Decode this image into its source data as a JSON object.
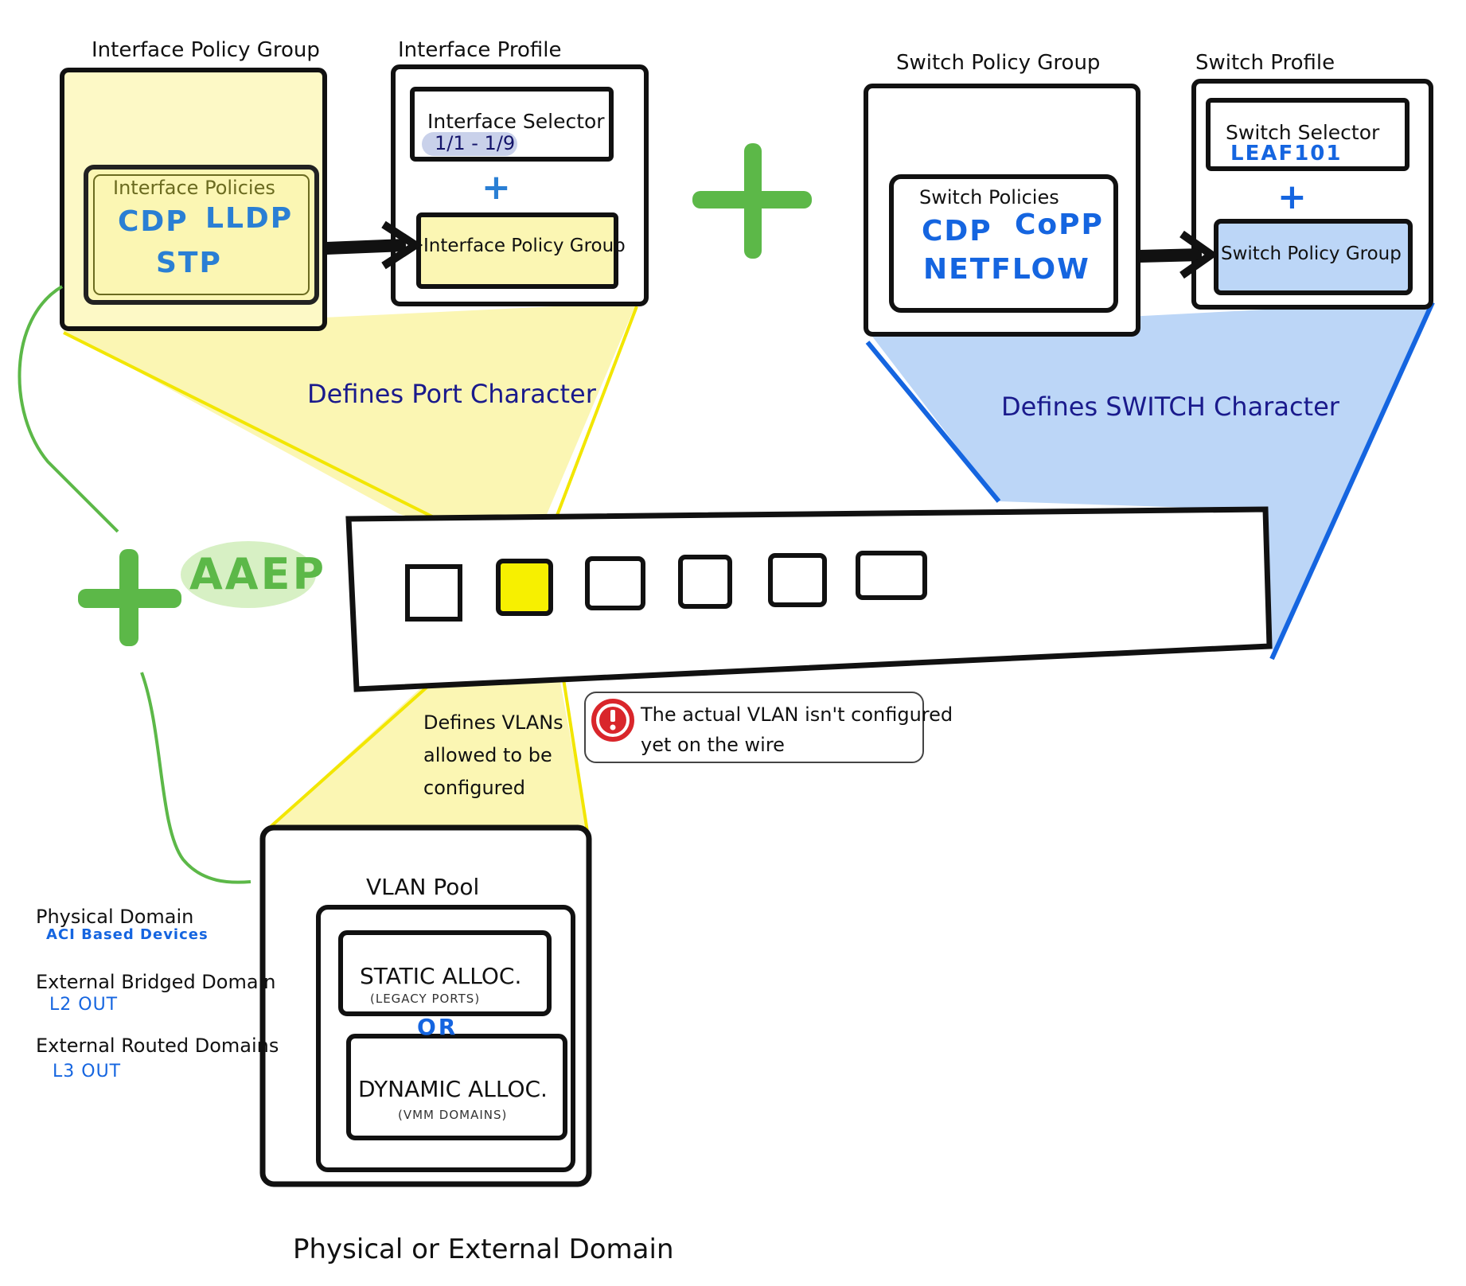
{
  "top_left": {
    "policy_group_title": "Interface Policy Group",
    "policies_title": "Interface Policies",
    "policies": [
      "CDP",
      "LLDP",
      "STP"
    ],
    "profile_title": "Interface Profile",
    "selector_title": "Interface Selector",
    "selector_value": "1/1 - 1/9",
    "plus": "+",
    "policy_group_ref": "Interface Policy Group",
    "caption": "Defines Port Character"
  },
  "top_right": {
    "policy_group_title": "Switch Policy Group",
    "policies_title": "Switch Policies",
    "policies": [
      "CDP",
      "CoPP",
      "NETFLOW"
    ],
    "profile_title": "Switch Profile",
    "selector_title": "Switch Selector",
    "selector_value": "LEAF101",
    "plus": "+",
    "policy_group_ref": "Switch Policy Group",
    "caption": "Defines SWITCH Character"
  },
  "aaep": {
    "label": "AAEP"
  },
  "vlan_caption": [
    "Defines VLANs",
    "allowed to be",
    "configured"
  ],
  "warning": {
    "line1": "The actual VLAN isn't configured",
    "line2": "yet on the wire"
  },
  "domains": [
    {
      "name": "Physical Domain",
      "sub": "ACI Based Devices"
    },
    {
      "name": "External Bridged Domain",
      "sub": "L2 OUT"
    },
    {
      "name": "External Routed Domains",
      "sub": "L3 OUT"
    }
  ],
  "vlan_pool": {
    "title": "VLAN Pool",
    "static": "STATIC ALLOC.",
    "static_sub": "(LEGACY PORTS)",
    "or": "OR",
    "dynamic": "DYNAMIC ALLOC.",
    "dynamic_sub": "(VMM DOMAINS)"
  },
  "bottom_caption": "Physical or External Domain",
  "colors": {
    "yellow": "#fbf6b3",
    "yellow_line": "#f2e600",
    "blue_fill": "#bcd6f7",
    "blue_line": "#1565e0",
    "green": "#5cb848",
    "port_yellow": "#f7f000"
  }
}
